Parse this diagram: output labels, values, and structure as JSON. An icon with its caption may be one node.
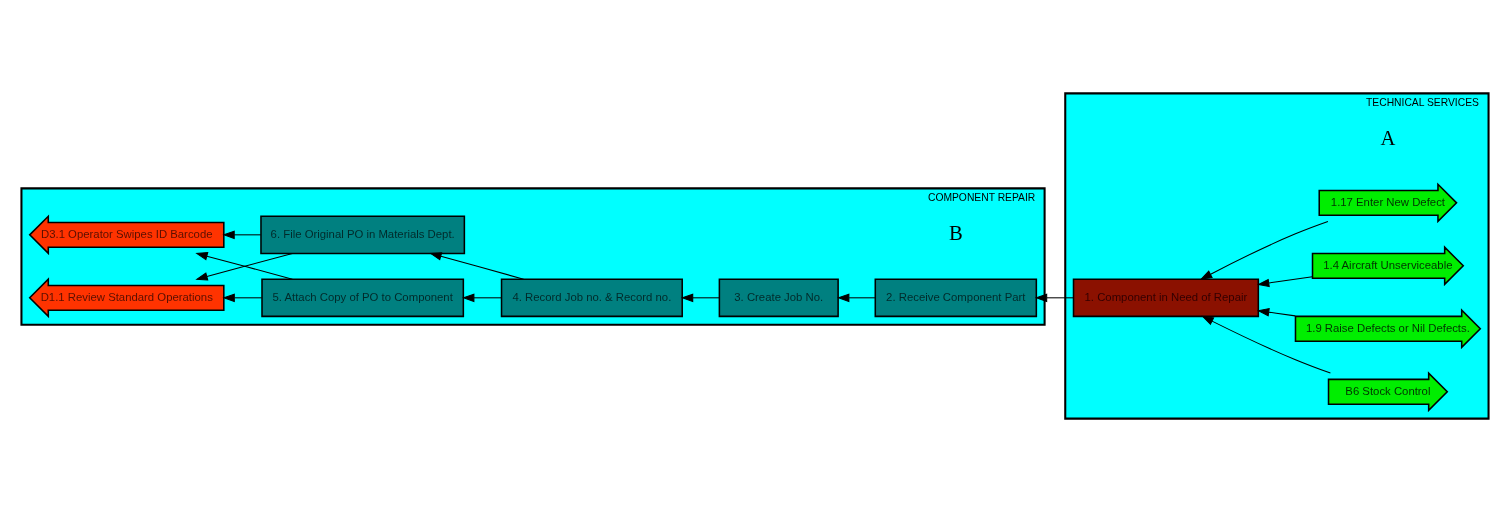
{
  "diagram": {
    "nodes": [
      {
        "text": [
          "COMPONENT REPAIR"
        ]
      },
      {
        "text": [
          "D1.1 Review Standard Operations"
        ],
        "in": 0
      },
      {
        "text": [
          "D3.1 Operator Swipes ID Barcode"
        ],
        "in": 0
      },
      {
        "text": [
          "5. Attach Copy of PO to Component"
        ],
        "in": 0
      },
      {
        "text": [
          "6. File Original PO in Materials Dept."
        ],
        "in": 0
      },
      {
        "text": [
          "4. Record Job no. & Record no."
        ],
        "in": 0
      },
      {
        "text": [
          "3. Create Job No."
        ],
        "in": 0
      },
      {
        "text": [
          "2. Receive Component Part"
        ],
        "in": 0
      },
      {
        "text": [
          "TECHNICAL SERVICES"
        ]
      },
      {
        "text": [
          "1. Component in Need of Repair"
        ],
        "in": 8
      },
      {
        "text": [
          "1.17 Enter New Defect"
        ],
        "in": 8
      },
      {
        "text": [
          "1.4 Aircraft Unserviceable"
        ],
        "in": 8
      },
      {
        "text": [
          "1.9 Raise Defects or Nil Defects."
        ],
        "in": 8
      },
      {
        "text": [
          "B6 Stock Control"
        ],
        "in": 8
      }
    ],
    "edges": [
      {
        "from": 10,
        "to": 9,
        "arrow": "to"
      },
      {
        "from": 11,
        "to": 9,
        "arrow": "to"
      },
      {
        "from": 12,
        "to": 9,
        "arrow": "to"
      },
      {
        "from": 13,
        "to": 9,
        "arrow": "to"
      },
      {
        "from": 9,
        "to": 7,
        "arrow": "to"
      },
      {
        "from": 7,
        "to": 6,
        "arrow": "to"
      },
      {
        "from": 6,
        "to": 5,
        "arrow": "to"
      },
      {
        "from": 5,
        "to": 3,
        "arrow": "to"
      },
      {
        "from": 5,
        "to": 4,
        "arrow": "to"
      },
      {
        "from": 3,
        "to": 1,
        "arrow": "to"
      },
      {
        "from": 3,
        "to": 2,
        "arrow": "to"
      },
      {
        "from": 4,
        "to": 1,
        "arrow": "to"
      },
      {
        "from": 4,
        "to": 2,
        "arrow": "to"
      }
    ],
    "labels": [
      "B",
      "A"
    ]
  }
}
